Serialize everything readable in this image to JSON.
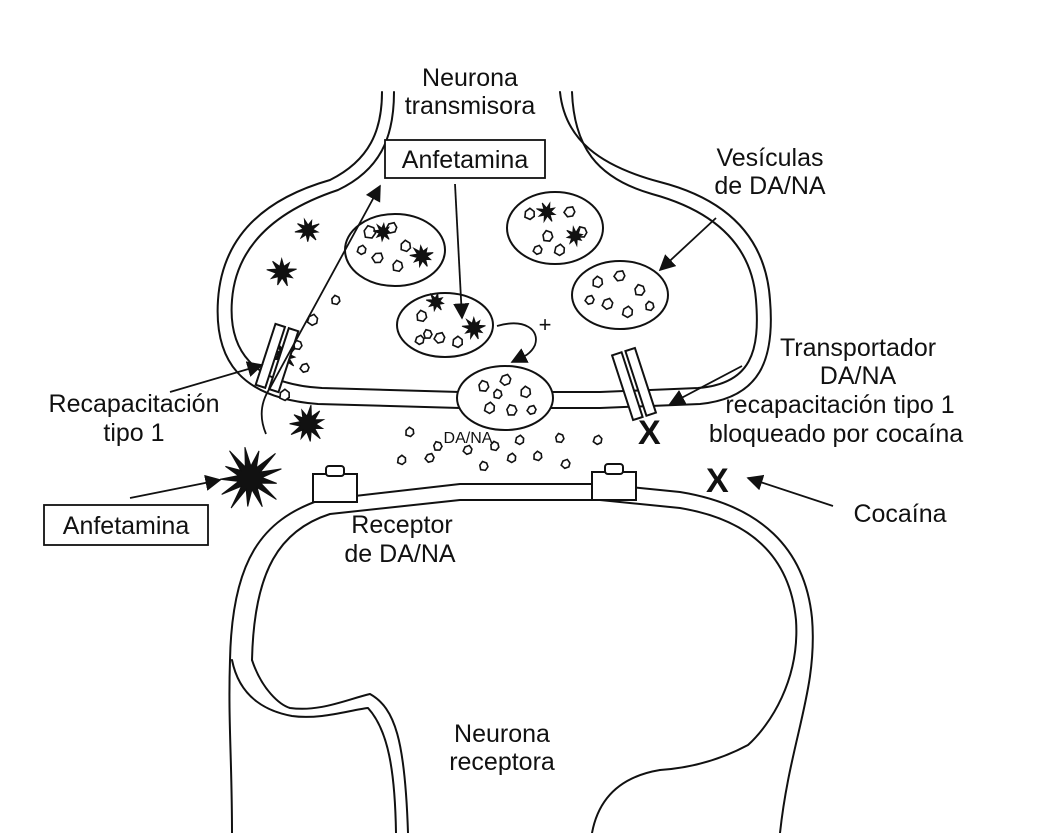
{
  "labels": {
    "neurona_transmisora_1": "Neurona",
    "neurona_transmisora_2": "transmisora",
    "anfetamina_top": "Anfetamina",
    "vesiculas_1": "Vesículas",
    "vesiculas_2": "de DA/NA",
    "plus": "+",
    "transportador_1": "Transportador",
    "transportador_2": "DA/NA",
    "transportador_3": "recapacitación tipo 1",
    "transportador_4": "bloqueado por cocaína",
    "recapacitacion_1": "Recapacitación",
    "recapacitacion_2": "tipo 1",
    "da_na_cleft": "DA/NA",
    "anfetamina_bottom": "Anfetamina",
    "receptor_1": "Receptor",
    "receptor_2": "de DA/NA",
    "cocaina": "Cocaína",
    "x_mark": "X",
    "neurona_receptora_1": "Neurona",
    "neurona_receptora_2": "receptora"
  },
  "colors": {
    "ink": "#111111",
    "background": "#ffffff"
  }
}
